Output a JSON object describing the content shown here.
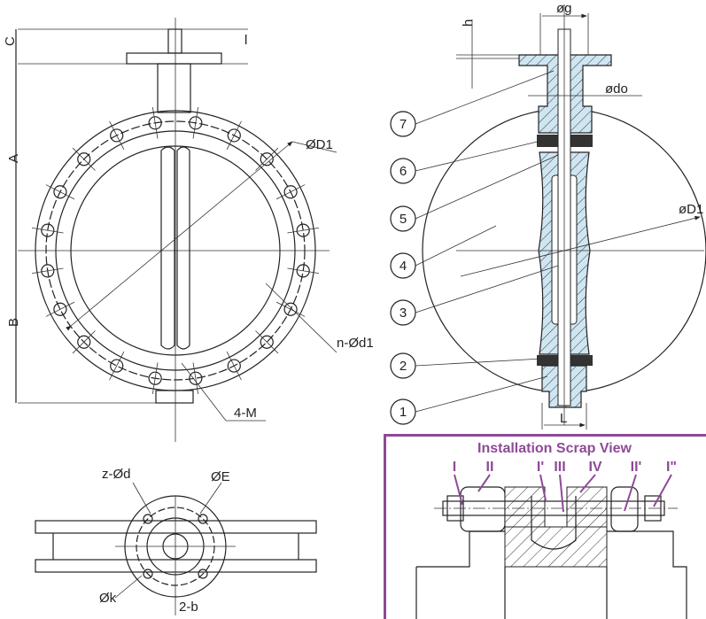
{
  "front_view": {
    "labels": {
      "C": "C",
      "l": "l",
      "A": "A",
      "B": "B",
      "D1": "ØD1",
      "nd1": "n-Ød1",
      "M": "4-M"
    },
    "bolt_hole_count": 20
  },
  "top_view": {
    "labels": {
      "zd": "z-Ød",
      "E": "ØE",
      "k": "Øk",
      "b": "2-b"
    }
  },
  "side_view": {
    "labels": {
      "g": "øg",
      "h": "h",
      "do": "ødo",
      "D1": "øD1",
      "L": "L"
    },
    "callouts": [
      "7",
      "6",
      "5",
      "4",
      "3",
      "2",
      "1"
    ]
  },
  "scrap_view": {
    "title": "Installation Scrap View",
    "markers": [
      "I",
      "II",
      "I'",
      "III",
      "IV",
      "II'",
      "I\""
    ],
    "accent": "#8e4a96",
    "body_fill": "#cfe6f2"
  }
}
